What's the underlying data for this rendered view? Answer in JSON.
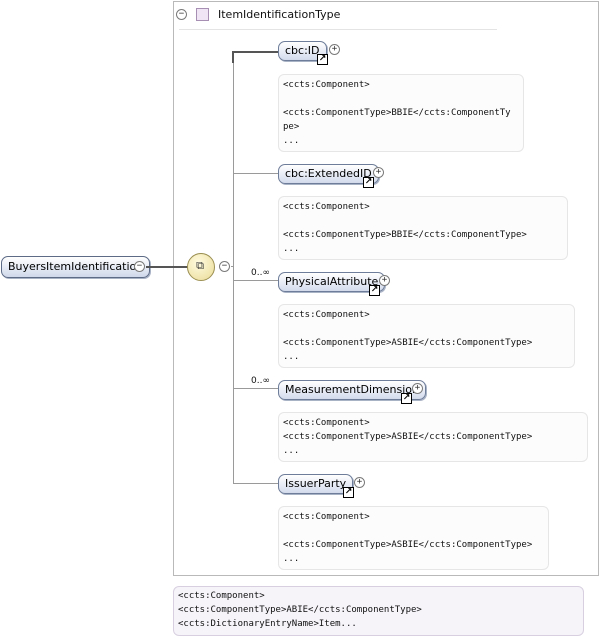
{
  "type_box": {
    "title": "ItemIdentificationType",
    "collapse_symbol": "−"
  },
  "root": {
    "label": "BuyersItemIdentification",
    "collapse_symbol": "−"
  },
  "sequence": {
    "collapse_symbol": "−",
    "icon": "sequence-compositor-icon"
  },
  "elements": [
    {
      "label": "cbc:ID",
      "cardinality": "",
      "expand_symbol": "+",
      "ref_symbol": "↗",
      "note": [
        "<ccts:Component>",
        "",
        "<ccts:ComponentType>BBIE</ccts:ComponentTy",
        "pe>",
        "        ..."
      ]
    },
    {
      "label": "cbc:ExtendedID",
      "cardinality": "",
      "expand_symbol": "+",
      "ref_symbol": "↗",
      "note": [
        "<ccts:Component>",
        "",
        "<ccts:ComponentType>BBIE</ccts:ComponentType>",
        "        ..."
      ]
    },
    {
      "label": "PhysicalAttribute",
      "cardinality": "0..∞",
      "expand_symbol": "+",
      "ref_symbol": "↗",
      "note": [
        "<ccts:Component>",
        "",
        "<ccts:ComponentType>ASBIE</ccts:ComponentType>",
        "        ..."
      ]
    },
    {
      "label": "MeasurementDimension",
      "cardinality": "0..∞",
      "expand_symbol": "+",
      "ref_symbol": "↗",
      "note": [
        "<ccts:Component>",
        "        <ccts:ComponentType>ASBIE</ccts:ComponentType>",
        "        ..."
      ]
    },
    {
      "label": "IssuerParty",
      "cardinality": "",
      "expand_symbol": "+",
      "ref_symbol": "↗",
      "note": [
        "<ccts:Component>",
        "",
        "<ccts:ComponentType>ASBIE</ccts:ComponentType>",
        "        ..."
      ]
    }
  ],
  "root_note": [
    "<ccts:Component>",
    "        <ccts:ComponentType>ABIE</ccts:ComponentType>",
    "        <ccts:DictionaryEntryName>Item..."
  ]
}
